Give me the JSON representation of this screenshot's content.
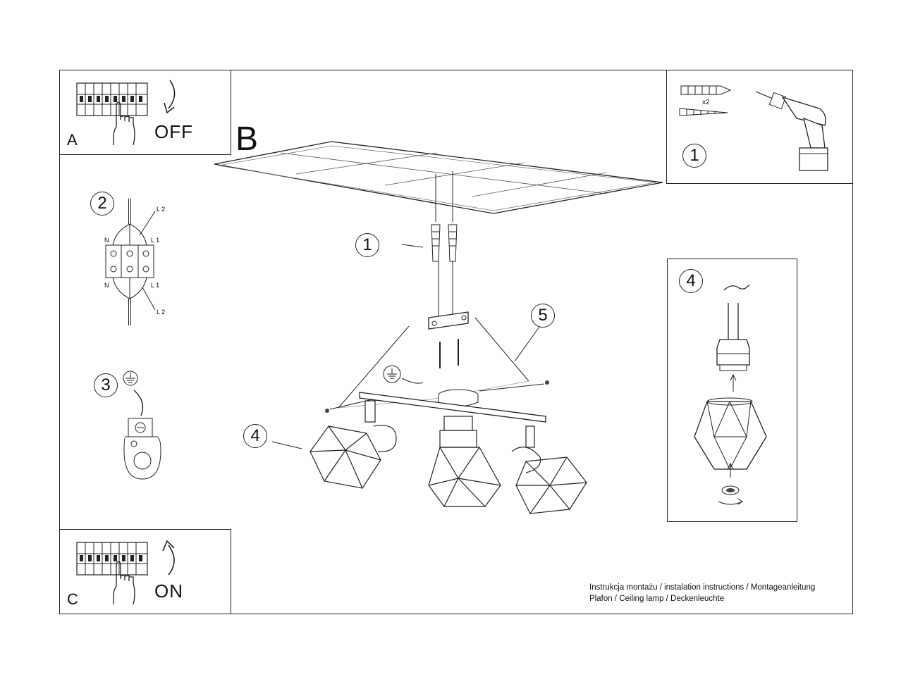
{
  "panel_a": {
    "letter": "A",
    "state": "OFF"
  },
  "panel_c": {
    "letter": "C",
    "state": "ON"
  },
  "main": {
    "letter": "B"
  },
  "step_labels": {
    "wall_plug_step": "1",
    "wiring_step": "2",
    "ground_step": "3",
    "bulb_step": "4",
    "canopy_step": "5",
    "anchor_callout": "1",
    "shade_callout": "4"
  },
  "fixings": {
    "quantity": "x2"
  },
  "wiring": {
    "top_left": "N",
    "top_right_upper": "L 2",
    "top_right_lower": "L 1",
    "bottom_left": "N",
    "bottom_right_upper": "L 1",
    "bottom_right_lower": "L 2"
  },
  "footer": {
    "line1": "Instrukcja montażu / instalation instructions / Montageanleitung",
    "line2": "Plafon / Ceiling lamp / Deckenleuchte"
  },
  "icons": [
    "breaker-panel-icon",
    "hand-icon",
    "curved-arrow-icon",
    "drill-icon",
    "wall-plug-icon",
    "screw-icon",
    "terminal-block-icon",
    "ground-symbol-icon",
    "ring-terminal-icon",
    "ceiling-plate",
    "lamp-socket-icon",
    "cage-shade-icon",
    "light-bulb-icon"
  ]
}
